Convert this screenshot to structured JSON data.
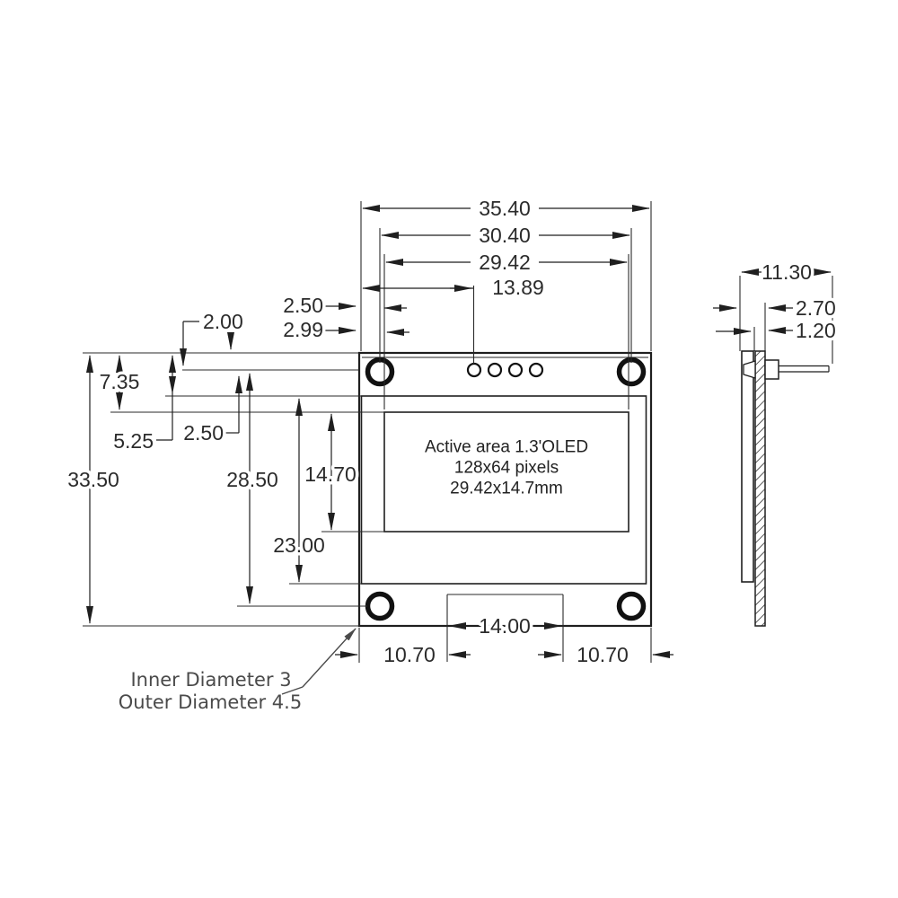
{
  "front": {
    "dim_overall_width": "35.40",
    "dim_hole_spacing_horizontal": "30.40",
    "dim_active_area_width": "29.42",
    "dim_left_edge_to_pin1": "13.89",
    "dim_left_edge_to_hole_center": "2.50",
    "dim_left_edge_to_active_area": "2.99",
    "dim_top_edge_to_pin_row": "2.00",
    "dim_top_edge_to_active_area": "7.35",
    "dim_top_edge_to_glass": "5.25",
    "dim_hole_center_to_glass": "2.50",
    "dim_overall_height": "33.50",
    "dim_hole_spacing_vertical": "28.50",
    "dim_active_area_height": "14.70",
    "dim_glass_height": "23.00",
    "dim_pin_header_width": "14.00",
    "dim_bottom_left_margin": "10.70",
    "dim_bottom_right_margin": "10.70"
  },
  "active_area": {
    "line1": "Active area 1.3'OLED",
    "line2": "128x64 pixels",
    "line3": "29.42x14.7mm"
  },
  "side": {
    "dim_total_depth": "11.30",
    "dim_module_thickness": "2.70",
    "dim_pcb_thickness": "1.20"
  },
  "note": {
    "line1": "Inner Diameter 3",
    "line2": "Outer Diameter 4.5"
  },
  "colors": {
    "line": "#1f1f1f",
    "dim_text": "#2b2b2b",
    "note_text": "#4a4a4a",
    "background": "#ffffff"
  }
}
